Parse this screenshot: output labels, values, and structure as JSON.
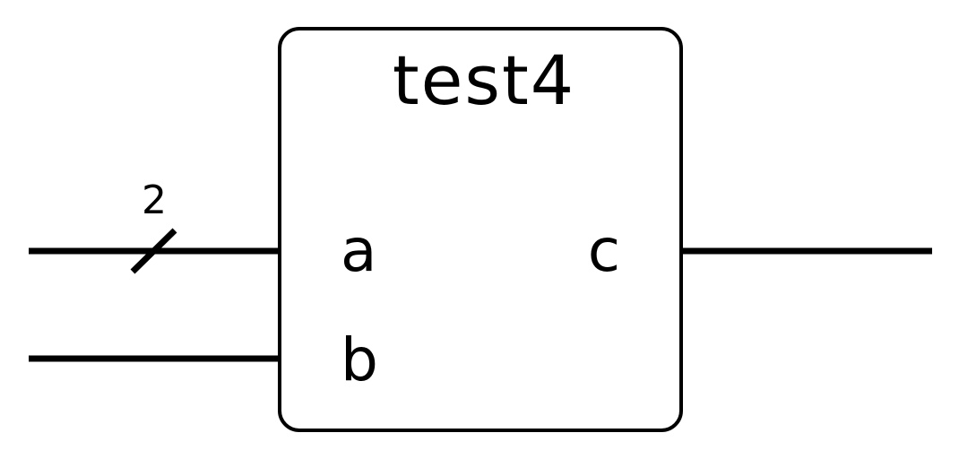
{
  "block": {
    "title": "test4",
    "stroke_color": "#000000",
    "fill_color": "#ffffff"
  },
  "ports": {
    "inputs": [
      {
        "label": "a",
        "bus_width": "2"
      },
      {
        "label": "b",
        "bus_width": ""
      }
    ],
    "outputs": [
      {
        "label": "c",
        "bus_width": ""
      }
    ]
  }
}
